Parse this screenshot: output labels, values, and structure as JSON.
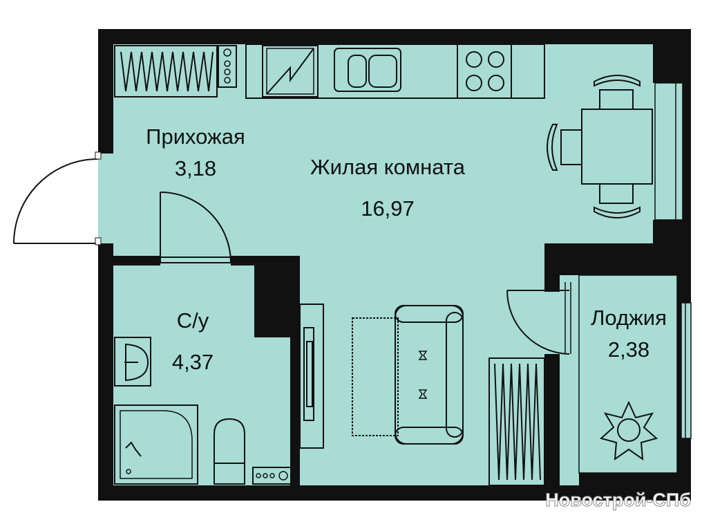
{
  "colors": {
    "floor": "#a8dcd4",
    "wall": "#111111",
    "background": "#ffffff",
    "fixture_stroke": "#111111"
  },
  "rooms": [
    {
      "id": "hallway",
      "name": "Прихожая",
      "area": "3,18"
    },
    {
      "id": "living",
      "name": "Жилая комната",
      "area": "16,97"
    },
    {
      "id": "bathroom",
      "name": "С/у",
      "area": "4,37"
    },
    {
      "id": "loggia",
      "name": "Лоджия",
      "area": "2,38"
    }
  ],
  "fixtures": [
    "wardrobe-icon",
    "washing-machine-icon",
    "fridge-icon",
    "kitchen-sink-icon",
    "stove-icon",
    "dining-table-icon",
    "chair-icon",
    "sofa-icon",
    "rug-icon",
    "tv-unit-icon",
    "radiator-icon",
    "bathroom-sink-icon",
    "shower-icon",
    "toilet-icon",
    "plant-icon",
    "door-icon"
  ],
  "watermark": "Новострой-СПб"
}
